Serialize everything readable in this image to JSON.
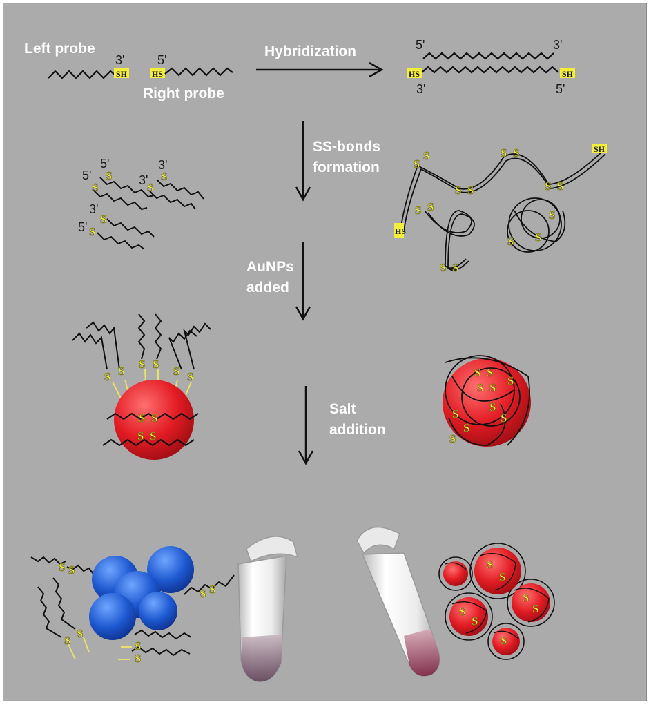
{
  "labels": {
    "left_probe": "Left probe",
    "right_probe": "Right probe",
    "hybridization": "Hybridization",
    "ss_bonds_line1": "SS-bonds",
    "ss_bonds_line2": "formation",
    "aunps_line1": "AuNPs",
    "aunps_line2": "added",
    "salt_line1": "Salt",
    "salt_line2": "addition"
  },
  "ends": {
    "five_prime": "5'",
    "three_prime": "3'"
  },
  "groups": {
    "thiol_left": "SH",
    "thiol_right": "HS",
    "sulfur": "S"
  },
  "colors": {
    "background": "#ababab",
    "gold_nanoparticle": "#e8202a",
    "aggregated_nanoparticle": "#1e5ad2",
    "sulfur": "#f2ee3a",
    "strand": "#111111"
  }
}
